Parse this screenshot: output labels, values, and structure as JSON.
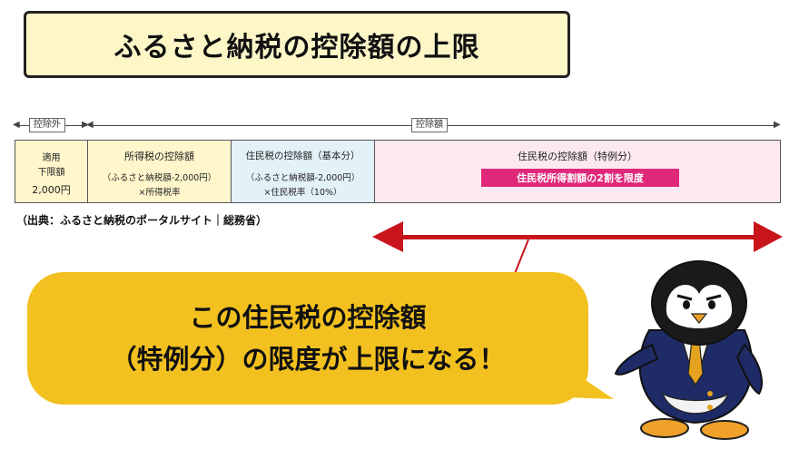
{
  "title": "ふるさと納税の控除額の上限",
  "arrows": {
    "excluded_label": "控除外",
    "deduction_label": "控除額"
  },
  "table": {
    "cell1": {
      "line1": "適用",
      "line2": "下限額",
      "line3": "2,000円"
    },
    "cell2": {
      "heading": "所得税の控除額",
      "line1": "（ふるさと納税額-2,000円）",
      "line2": "×所得税率"
    },
    "cell3": {
      "heading": "住民税の控除額（基本分）",
      "line1": "（ふるさと納税額-2,000円）",
      "line2": "×住民税率（10%）"
    },
    "cell4": {
      "heading": "住民税の控除額（特例分）",
      "highlight": "住民税所得割額の2割を限度"
    }
  },
  "source": "（出典：ふるさと納税のポータルサイト｜総務省）",
  "bubble": {
    "line1": "この住民税の控除額",
    "line2": "（特例分）の限度が上限になる！"
  },
  "colors": {
    "title_bg": "#fdf7c8",
    "highlight_bg": "#e0287a",
    "bubble_bg": "#f3c11f",
    "arrow_red": "#c8141b"
  }
}
